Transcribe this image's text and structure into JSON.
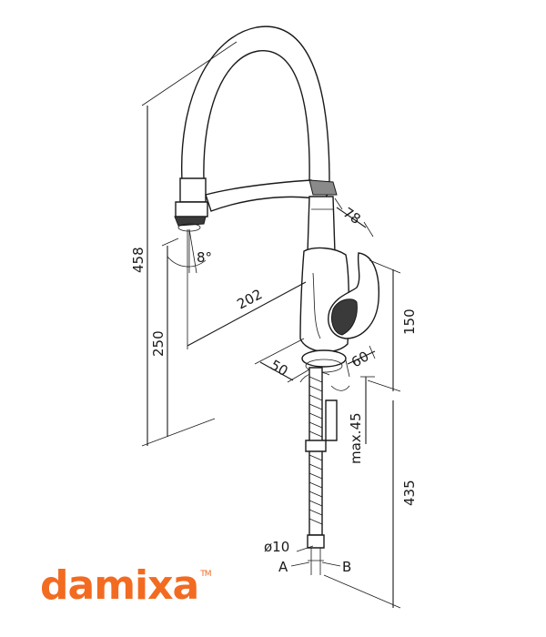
{
  "diagram": {
    "dimensions": {
      "total_height": "458",
      "spout_height": "250",
      "reach": "202",
      "angle": "8°",
      "handle_offset": "78",
      "body_height": "150",
      "base_width": "50",
      "base_depth": "60",
      "max_deck": "max.45",
      "hose_length": "435",
      "hose_diameter": "ø10",
      "inlet_a": "A",
      "inlet_b": "B"
    }
  },
  "brand": {
    "name": "damixa",
    "trademark": "TM",
    "color": "#f26b21"
  }
}
